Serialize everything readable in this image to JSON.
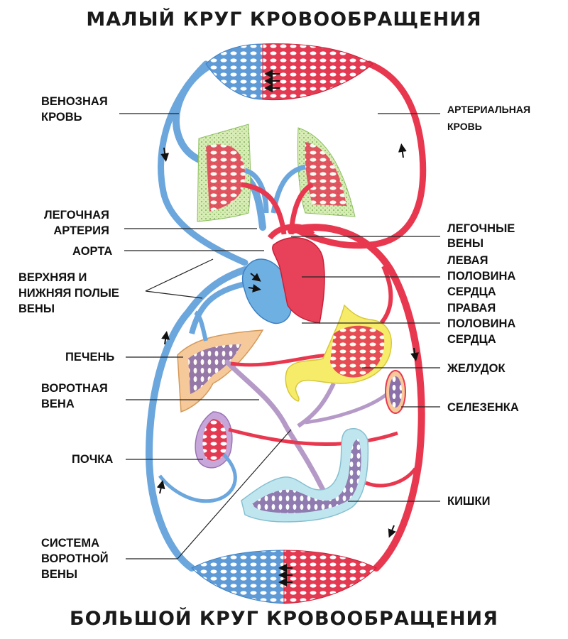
{
  "titles": {
    "top": "МАЛЫЙ КРУГ КРОВООБРАЩЕНИЯ",
    "bottom": "БОЛЬШОЙ КРУГ КРОВООБРАЩЕНИЯ"
  },
  "colors": {
    "venous": "#6ba6dc",
    "venous_dark": "#3d7fc0",
    "arterial": "#e8384f",
    "arterial_dark": "#c81f37",
    "portal": "#b59ac8",
    "lung_tissue": "#cfe6a8",
    "liver": "#f6c99a",
    "stomach": "#f7ec6a",
    "kidney": "#c7a6d9",
    "intestine": "#bfe6ee",
    "heart_right": "#6fb0e2",
    "heart_left": "#e8425a"
  },
  "labels": {
    "venous_blood": "ВЕНОЗНАЯ\nКРОВЬ",
    "arterial_blood": "АРТЕРИАЛЬНАЯ\nКРОВЬ",
    "pulmonary_artery": "ЛЕГОЧНАЯ\nАРТЕРИЯ",
    "aorta": "АОРТА",
    "vena_cava": "ВЕРХНЯЯ И\nНИЖНЯЯ ПОЛЫЕ\nВЕНЫ",
    "pulmonary_veins": "ЛЕГОЧНЫЕ\nВЕНЫ",
    "left_heart": "ЛЕВАЯ\nПОЛОВИНА\nСЕРДЦА",
    "right_heart": "ПРАВАЯ\nПОЛОВИНА\nСЕРДЦА",
    "liver": "ПЕЧЕНЬ",
    "portal_vein": "ВОРОТНАЯ\nВЕНА",
    "stomach": "ЖЕЛУДОК",
    "spleen": "СЕЛЕЗЕНКА",
    "kidney": "ПОЧКА",
    "intestines": "КИШКИ",
    "portal_system": "СИСТЕМА\nВОРОТНОЙ\nВЕНЫ"
  }
}
